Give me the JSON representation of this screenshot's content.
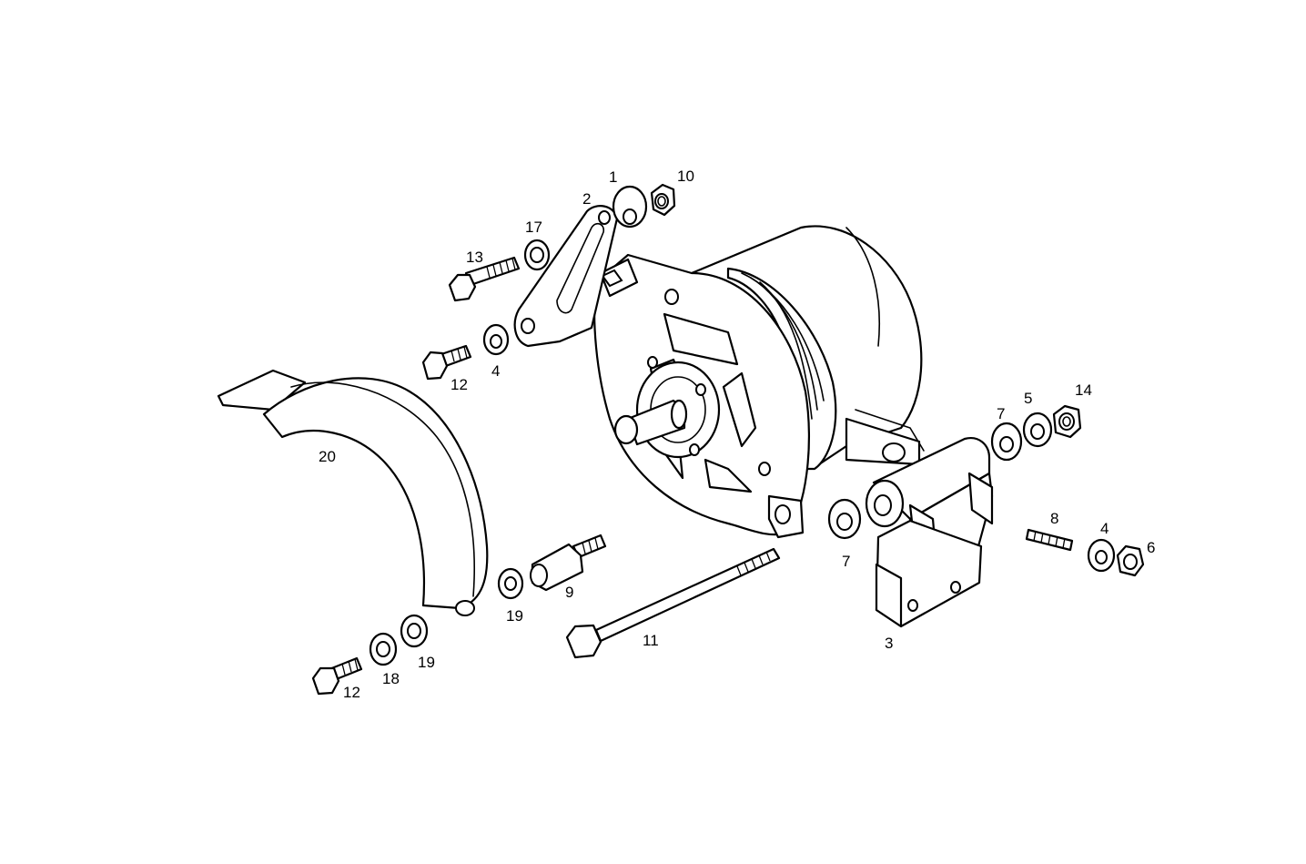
{
  "callouts": {
    "c1": "1",
    "c2": "2",
    "c3": "3",
    "c4a": "4",
    "c4b": "4",
    "c5": "5",
    "c6": "6",
    "c7a": "7",
    "c7b": "7",
    "c8": "8",
    "c9": "9",
    "c10": "10",
    "c11": "11",
    "c12a": "12",
    "c12b": "12",
    "c13": "13",
    "c14": "14",
    "c17": "17",
    "c18": "18",
    "c19a": "19",
    "c19b": "19",
    "c20": "20"
  }
}
